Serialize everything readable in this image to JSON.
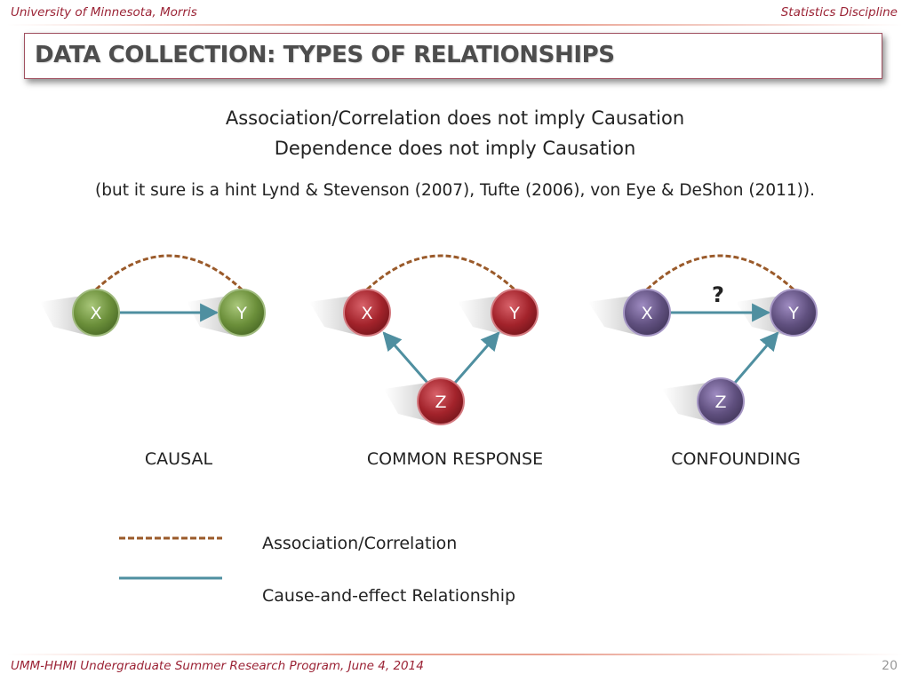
{
  "header": {
    "left": "University of Minnesota, Morris",
    "right": "Statistics Discipline"
  },
  "title": "DATA COLLECTION: TYPES OF RELATIONSHIPS",
  "lines": {
    "line1": "Association/Correlation does not imply Causation",
    "line2": "Dependence does not imply Causation",
    "line3": "(but it sure is a hint Lynd & Stevenson (2007), Tufte (2006), von Eye & DeShon (2011))."
  },
  "diagrams": {
    "causal": {
      "caption": "CAUSAL",
      "node_x": "X",
      "node_y": "Y",
      "color": "#6b8f3a"
    },
    "common_response": {
      "caption": "COMMON RESPONSE",
      "node_x": "X",
      "node_y": "Y",
      "node_z": "Z",
      "color": "#9e1f24"
    },
    "confounding": {
      "caption": "CONFOUNDING",
      "node_x": "X",
      "node_y": "Y",
      "node_z": "Z",
      "question": "?",
      "color": "#5c4a7a"
    }
  },
  "legend": {
    "association": "Association/Correlation",
    "cause_effect": "Cause-and-effect Relationship"
  },
  "colors": {
    "accent": "#9b2335",
    "association_line": "#9a5a2a",
    "cause_line": "#4f8fa0"
  },
  "footer": {
    "left": "UMM-HHMI Undergraduate Summer Research Program,  June 4, 2014",
    "page": "20"
  }
}
